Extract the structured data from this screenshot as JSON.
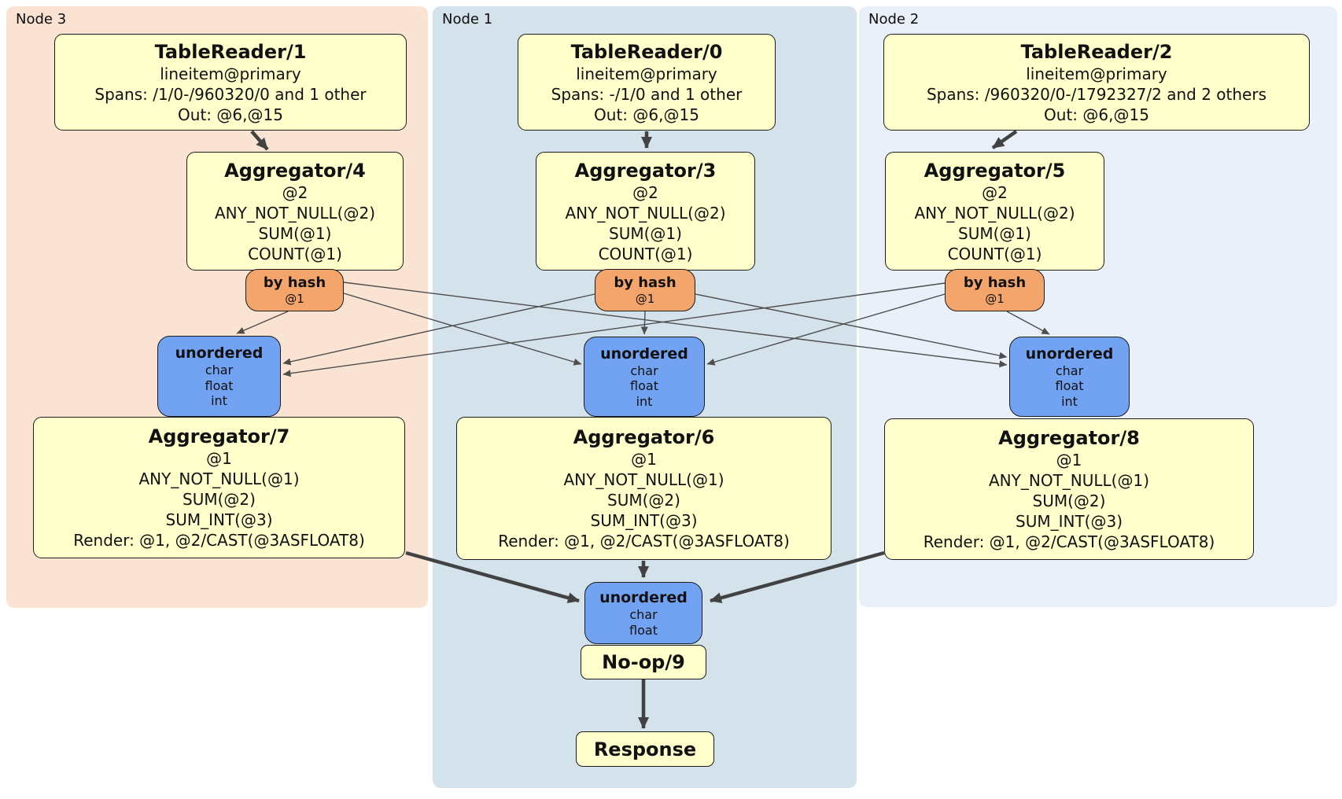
{
  "diagram_title": "distributed SQL physical plan",
  "colors": {
    "processor_fill": "#FFFFCC",
    "router_fill": "#F3A56B",
    "sync_fill": "#72A3F2",
    "node3_bg": "#FBE3D3",
    "node1_bg": "#D4E2EB",
    "node2_bg": "#EAF0F9",
    "thick_edge": "#424242",
    "thin_edge": "#4d4d4d"
  },
  "node3": {
    "label": "Node 3",
    "tablereader": {
      "title": "TableReader/1",
      "table": "lineitem@primary",
      "spans": "Spans: /1/0-/960320/0 and 1 other",
      "out": "Out: @6,@15"
    },
    "aggregator_top": {
      "title": "Aggregator/4",
      "group_key": "@2",
      "aggs": [
        "ANY_NOT_NULL(@2)",
        "SUM(@1)",
        "COUNT(@1)"
      ]
    },
    "router": {
      "title": "by hash",
      "key": "@1"
    },
    "sync": {
      "title": "unordered",
      "streams": [
        "char",
        "float",
        "int"
      ]
    },
    "aggregator_bottom": {
      "title": "Aggregator/7",
      "group_key": "@1",
      "aggs": [
        "ANY_NOT_NULL(@1)",
        "SUM(@2)",
        "SUM_INT(@3)"
      ],
      "render": "Render: @1, @2/CAST(@3ASFLOAT8)"
    }
  },
  "node1": {
    "label": "Node 1",
    "tablereader": {
      "title": "TableReader/0",
      "table": "lineitem@primary",
      "spans": "Spans: -/1/0 and 1 other",
      "out": "Out: @6,@15"
    },
    "aggregator_top": {
      "title": "Aggregator/3",
      "group_key": "@2",
      "aggs": [
        "ANY_NOT_NULL(@2)",
        "SUM(@1)",
        "COUNT(@1)"
      ]
    },
    "router": {
      "title": "by hash",
      "key": "@1"
    },
    "sync": {
      "title": "unordered",
      "streams": [
        "char",
        "float",
        "int"
      ]
    },
    "aggregator_bottom": {
      "title": "Aggregator/6",
      "group_key": "@1",
      "aggs": [
        "ANY_NOT_NULL(@1)",
        "SUM(@2)",
        "SUM_INT(@3)"
      ],
      "render": "Render: @1, @2/CAST(@3ASFLOAT8)"
    },
    "final_sync": {
      "title": "unordered",
      "streams": [
        "char",
        "float"
      ]
    },
    "noop": {
      "title": "No-op/9"
    },
    "response": {
      "title": "Response"
    }
  },
  "node2": {
    "label": "Node 2",
    "tablereader": {
      "title": "TableReader/2",
      "table": "lineitem@primary",
      "spans": "Spans: /960320/0-/1792327/2 and 2 others",
      "out": "Out: @6,@15"
    },
    "aggregator_top": {
      "title": "Aggregator/5",
      "group_key": "@2",
      "aggs": [
        "ANY_NOT_NULL(@2)",
        "SUM(@1)",
        "COUNT(@1)"
      ]
    },
    "router": {
      "title": "by hash",
      "key": "@1"
    },
    "sync": {
      "title": "unordered",
      "streams": [
        "char",
        "float",
        "int"
      ]
    },
    "aggregator_bottom": {
      "title": "Aggregator/8",
      "group_key": "@1",
      "aggs": [
        "ANY_NOT_NULL(@1)",
        "SUM(@2)",
        "SUM_INT(@3)"
      ],
      "render": "Render: @1, @2/CAST(@3ASFLOAT8)"
    }
  }
}
